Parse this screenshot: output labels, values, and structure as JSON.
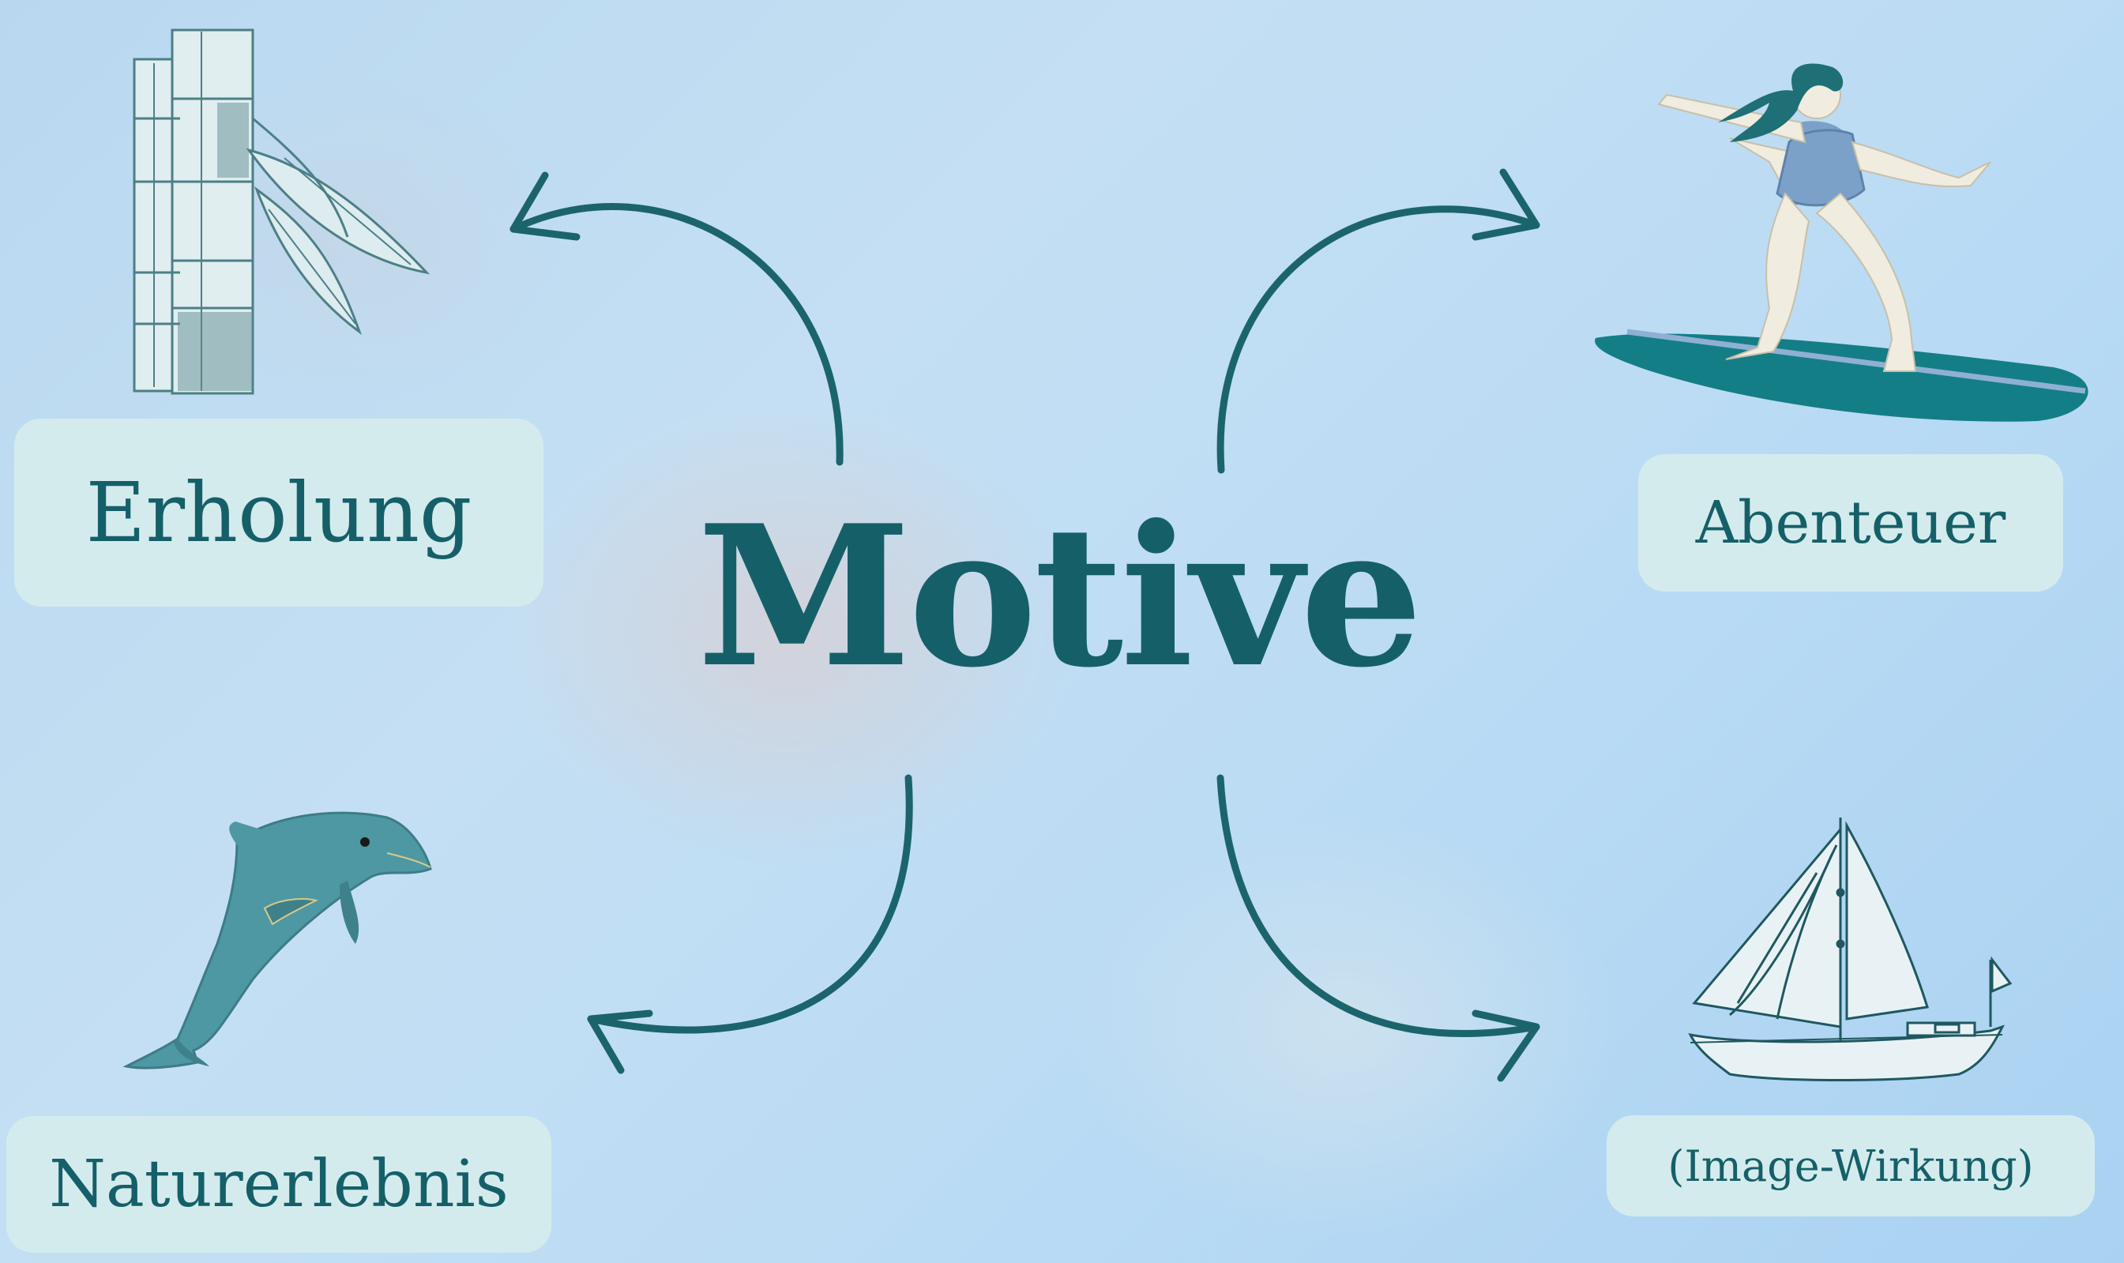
{
  "title": "Motive",
  "motives": {
    "erholung": "Erholung",
    "naturerlebnis": "Naturerlebnis",
    "abenteuer": "Abenteuer",
    "image_wirkung": "(Image-Wirkung)"
  },
  "icons": {
    "top_left": "bamboo-icon",
    "bottom_left": "dolphin-icon",
    "top_right": "surfer-icon",
    "bottom_right": "sailboat-icon"
  },
  "colors": {
    "accent": "#156068",
    "label_bg": "#d4ebee",
    "board": "#137e86",
    "dolphin": "#4e98a3"
  }
}
